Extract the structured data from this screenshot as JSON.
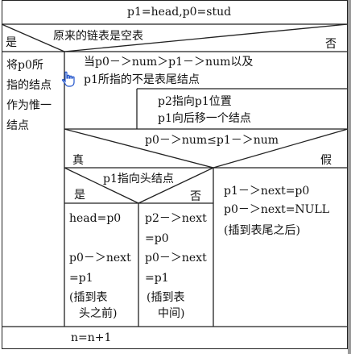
{
  "diagram": {
    "top_block": "p1=head,p0=stud",
    "cond_empty": {
      "question": "原来的链表是空表",
      "yes": "是",
      "no": "否"
    },
    "empty_branch_lines": [
      "将p0所",
      "指的结点",
      "作为惟一",
      "结点"
    ],
    "loop_condition_lines": [
      "当p0－＞num＞p1－＞num以及",
      "p1所指的不是表尾结点"
    ],
    "loop_body_lines": [
      "p2指向p1位置",
      "p1向后移一个结点"
    ],
    "cond_compare": {
      "question": "p0－＞num≤p1－＞num",
      "true_label": "真",
      "false_label": "假"
    },
    "cond_head": {
      "question": "p1指向头结点",
      "yes": "是",
      "no": "否"
    },
    "head_insert_lines": [
      "head=p0",
      "p0－＞next",
      "=p1",
      "(插到表",
      "头之前)"
    ],
    "middle_insert_lines": [
      "p2－＞next",
      "=p0",
      "p0－＞next",
      "=p1",
      "(插到表",
      "中间)"
    ],
    "tail_insert_lines": [
      "p1－＞next=p0",
      "p0－＞next=NULL",
      "(插到表尾之后)"
    ],
    "bottom_block": "n=n+1"
  },
  "icons": {
    "cursor": "hand-pointer-icon"
  },
  "colors": {
    "line": "#222222",
    "background": "#ffffff",
    "frame_edge": "#9a9a9a"
  }
}
